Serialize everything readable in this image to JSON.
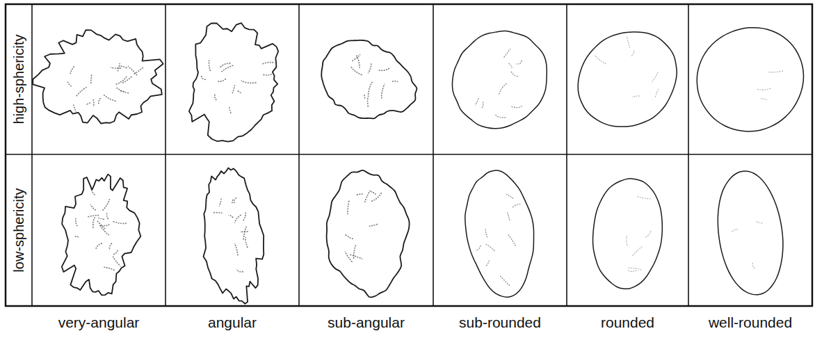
{
  "diagram": {
    "nodes": [
      {
        "text": [
          "high-sphericity"
        ]
      },
      {
        "text": [
          "low-sphericity"
        ]
      }
    ],
    "labels": [
      "very-angular",
      "angular",
      "sub-angular",
      "sub-rounded",
      "rounded",
      "well-rounded"
    ]
  }
}
